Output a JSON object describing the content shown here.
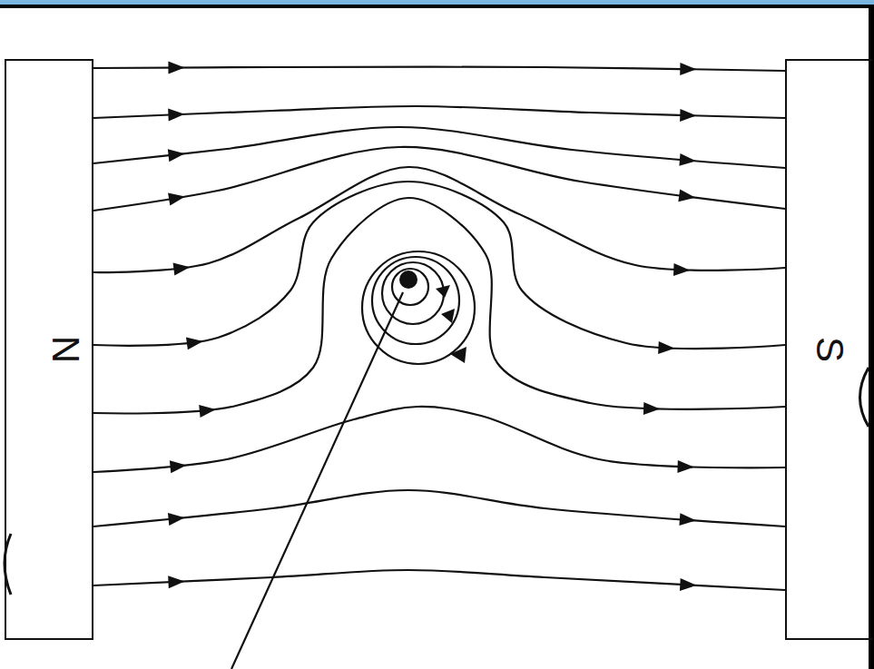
{
  "diagram": {
    "nodes": [
      {
        "text": [
          "N"
        ]
      },
      {
        "text": [
          "S"
        ]
      }
    ],
    "edges": [
      {
        "from": 0,
        "to": 1,
        "arrow": "to"
      },
      {
        "from": 0,
        "to": 1,
        "arrow": "to"
      },
      {
        "from": 0,
        "to": 1,
        "arrow": "to"
      },
      {
        "from": 0,
        "to": 1,
        "arrow": "to"
      },
      {
        "from": 0,
        "to": 1,
        "arrow": "to"
      },
      {
        "from": 0,
        "to": 1,
        "arrow": "to"
      },
      {
        "from": 0,
        "to": 1,
        "arrow": "to"
      },
      {
        "from": 0,
        "to": 1,
        "arrow": "to"
      },
      {
        "from": 0,
        "to": 1,
        "arrow": "to"
      },
      {
        "from": 0,
        "to": 1,
        "arrow": "to"
      }
    ]
  }
}
